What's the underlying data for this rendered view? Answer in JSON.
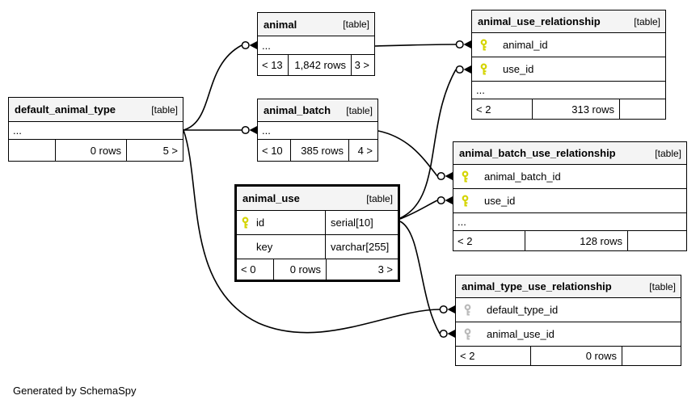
{
  "page": {
    "generated_note": "Generated by SchemaSpy"
  },
  "colors": {
    "line": "#000000",
    "header_bg": "#f4f4f4",
    "key_primary": "#d4d400",
    "key_foreign": "#bababa"
  },
  "tables": {
    "default_animal_type": {
      "name": "default_animal_type",
      "type_label": "[table]",
      "dots": "...",
      "footer": {
        "left": "",
        "center": "0 rows",
        "right": "5 >"
      }
    },
    "animal": {
      "name": "animal",
      "type_label": "[table]",
      "dots": "...",
      "footer": {
        "left": "< 13",
        "center": "1,842 rows",
        "right": "3 >"
      }
    },
    "animal_batch": {
      "name": "animal_batch",
      "type_label": "[table]",
      "dots": "...",
      "footer": {
        "left": "< 10",
        "center": "385 rows",
        "right": "4 >"
      }
    },
    "animal_use": {
      "name": "animal_use",
      "type_label": "[table]",
      "columns": [
        {
          "name": "id",
          "type": "serial[10]",
          "key": "primary"
        },
        {
          "name": "key",
          "type": "varchar[255]",
          "key": "none"
        }
      ],
      "footer": {
        "left": "< 0",
        "center": "0 rows",
        "right": "3 >"
      }
    },
    "animal_use_relationship": {
      "name": "animal_use_relationship",
      "type_label": "[table]",
      "dots": "...",
      "columns": [
        {
          "name": "animal_id",
          "key": "primary"
        },
        {
          "name": "use_id",
          "key": "primary"
        }
      ],
      "footer": {
        "left": "< 2",
        "center": "313 rows",
        "right": ""
      }
    },
    "animal_batch_use_relationship": {
      "name": "animal_batch_use_relationship",
      "type_label": "[table]",
      "dots": "...",
      "columns": [
        {
          "name": "animal_batch_id",
          "key": "primary"
        },
        {
          "name": "use_id",
          "key": "primary"
        }
      ],
      "footer": {
        "left": "< 2",
        "center": "128 rows",
        "right": ""
      }
    },
    "animal_type_use_relationship": {
      "name": "animal_type_use_relationship",
      "type_label": "[table]",
      "columns": [
        {
          "name": "default_type_id",
          "key": "foreign"
        },
        {
          "name": "animal_use_id",
          "key": "foreign"
        }
      ],
      "footer": {
        "left": "< 2",
        "center": "0 rows",
        "right": ""
      }
    }
  }
}
